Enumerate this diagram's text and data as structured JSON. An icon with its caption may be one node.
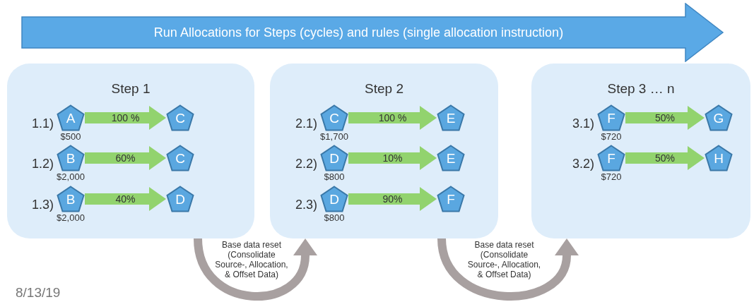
{
  "diagram": {
    "nodes": [
      {
        "text": [
          "Run Allocations for Steps (cycles) and rules (single allocation instruction)"
        ]
      },
      {
        "text": [
          "Step 1"
        ]
      },
      {
        "text": [
          "A"
        ],
        "in": 1,
        "beside": [
          "1.1)",
          "$500"
        ]
      },
      {
        "text": [
          "C"
        ],
        "in": 1
      },
      {
        "text": [
          "B"
        ],
        "in": 1,
        "beside": [
          "1.2)",
          "$2,000"
        ]
      },
      {
        "text": [
          "C"
        ],
        "in": 1
      },
      {
        "text": [
          "B"
        ],
        "in": 1,
        "beside": [
          "1.3)",
          "$2,000"
        ]
      },
      {
        "text": [
          "D"
        ],
        "in": 1
      },
      {
        "text": [
          "Step 2"
        ]
      },
      {
        "text": [
          "C"
        ],
        "in": 8,
        "beside": [
          "2.1)",
          "$1,700"
        ]
      },
      {
        "text": [
          "E"
        ],
        "in": 8
      },
      {
        "text": [
          "D"
        ],
        "in": 8,
        "beside": [
          "2.2)",
          "$800"
        ]
      },
      {
        "text": [
          "E"
        ],
        "in": 8
      },
      {
        "text": [
          "D"
        ],
        "in": 8,
        "beside": [
          "2.3)",
          "$800"
        ]
      },
      {
        "text": [
          "F"
        ],
        "in": 8
      },
      {
        "text": [
          "Step 3 … n"
        ]
      },
      {
        "text": [
          "F"
        ],
        "in": 15,
        "beside": [
          "3.1)",
          "$720"
        ]
      },
      {
        "text": [
          "G"
        ],
        "in": 15
      },
      {
        "text": [
          "F"
        ],
        "in": 15,
        "beside": [
          "3.2)",
          "$720"
        ]
      },
      {
        "text": [
          "H"
        ],
        "in": 15
      }
    ],
    "edges": [
      {
        "from": 2,
        "to": 3,
        "arrow": "to",
        "label": "100 %"
      },
      {
        "from": 4,
        "to": 5,
        "arrow": "to",
        "label": "60%"
      },
      {
        "from": 6,
        "to": 7,
        "arrow": "to",
        "label": "40%"
      },
      {
        "from": 9,
        "to": 10,
        "arrow": "to",
        "label": "100 %"
      },
      {
        "from": 11,
        "to": 12,
        "arrow": "to",
        "label": "10%"
      },
      {
        "from": 13,
        "to": 14,
        "arrow": "to",
        "label": "90%"
      },
      {
        "from": 16,
        "to": 17,
        "arrow": "to",
        "label": "50%"
      },
      {
        "from": 18,
        "to": 19,
        "arrow": "to",
        "label": "50%"
      },
      {
        "from": 1,
        "to": 8,
        "arrow": "to",
        "label": "Base data reset (Consolidate Source-, Allocation, & Offset Data)",
        "color": "#a8a0a0"
      },
      {
        "from": 8,
        "to": 15,
        "arrow": "to",
        "label": "Base data reset (Consolidate Source-, Allocation, & Offset Data)",
        "color": "#a8a0a0"
      }
    ],
    "labels": [
      "8/13/19"
    ]
  }
}
